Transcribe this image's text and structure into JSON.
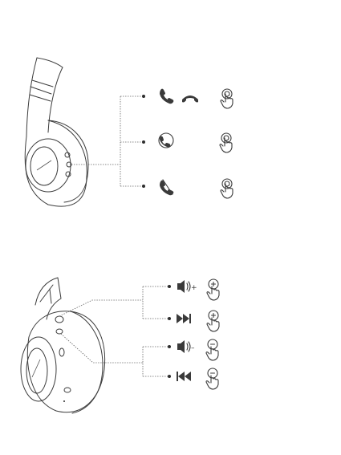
{
  "top_panel": {
    "controls": [
      {
        "name": "answer-end-call",
        "icons": [
          "phone-answer-icon",
          "phone-hangup-icon"
        ],
        "action_icon": "press-button-icon"
      },
      {
        "name": "reject-call",
        "icons": [
          "phone-reject-icon"
        ],
        "action_icon": "press-button-icon"
      },
      {
        "name": "mute-call",
        "icons": [
          "phone-mute-icon"
        ],
        "action_icon": "press-button-icon"
      }
    ]
  },
  "bottom_panel": {
    "controls": [
      {
        "name": "volume-up",
        "icon": "volume-up-icon",
        "plus_label": "+",
        "action_icon": "press-plus-button-icon"
      },
      {
        "name": "next-track",
        "icon": "next-track-icon",
        "action_icon": "press-plus-button-icon"
      },
      {
        "name": "volume-down",
        "icon": "volume-down-icon",
        "minus_label": "–",
        "action_icon": "press-minus-button-icon"
      },
      {
        "name": "previous-track",
        "icon": "previous-track-icon",
        "action_icon": "press-minus-button-icon"
      }
    ]
  },
  "colors": {
    "line": "#3c3c3c",
    "background": "#ffffff"
  }
}
